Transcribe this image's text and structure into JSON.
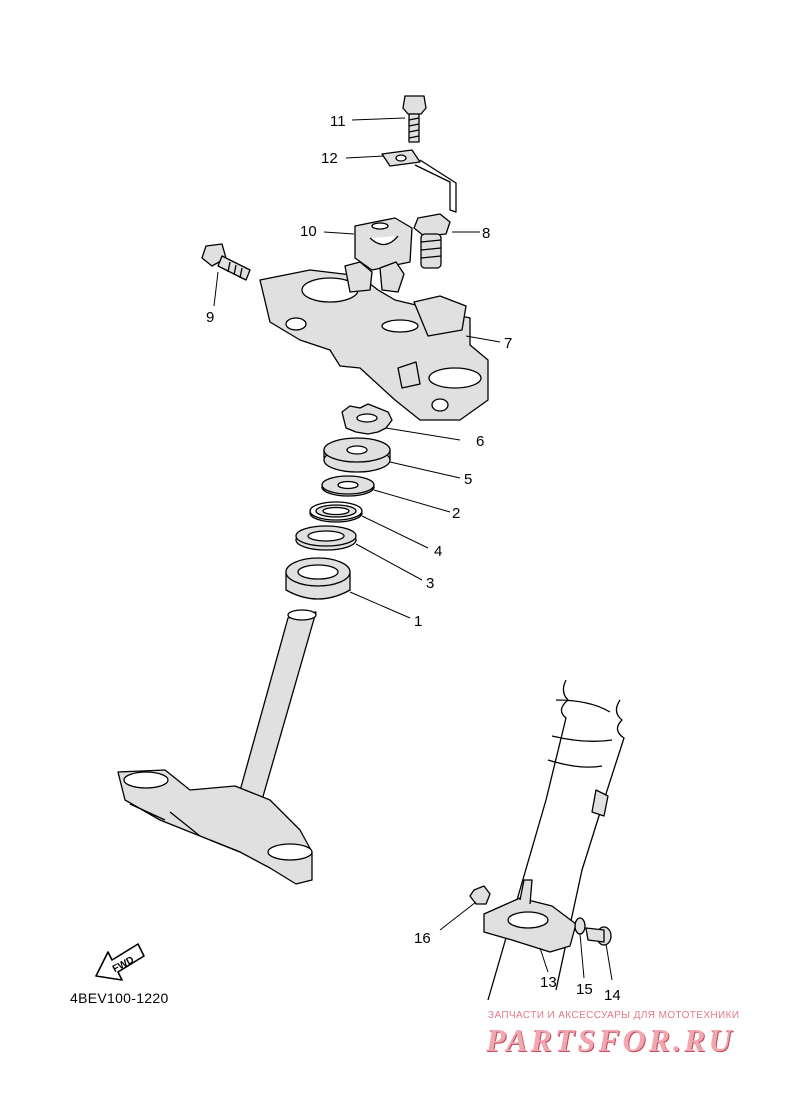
{
  "diagram_code": "4BEV100-1220",
  "fwd_label": "FWD",
  "watermark": {
    "tagline": "ЗАПЧАСТИ И АКСЕССУАРЫ ДЛЯ МОТОТЕХНИКИ",
    "brand": "PARTSFOR.RU"
  },
  "callouts": [
    "1",
    "2",
    "3",
    "4",
    "5",
    "6",
    "7",
    "8",
    "9",
    "10",
    "11",
    "12",
    "13",
    "14",
    "15",
    "16"
  ],
  "colors": {
    "line": "#000000",
    "part_fill": "#e0e0e0",
    "background": "#ffffff",
    "watermark": "#e07a88"
  }
}
